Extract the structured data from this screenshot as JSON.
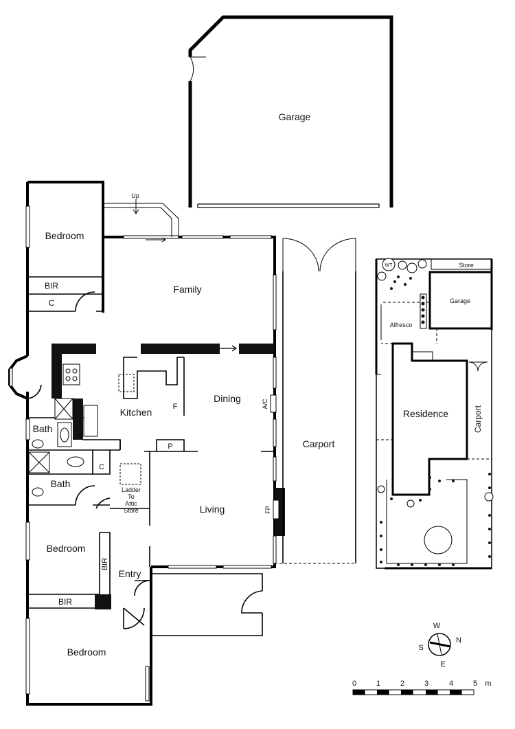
{
  "rooms": {
    "garage": "Garage",
    "bedroom_top": "Bedroom",
    "bir_top": "BIR",
    "c_top": "C",
    "family": "Family",
    "up": "Up",
    "kitchen": "Kitchen",
    "f": "F",
    "dining": "Dining",
    "ac": "A/C",
    "bath_upper": "Bath",
    "bath_lower": "Bath",
    "p": "P",
    "c_mid": "C",
    "ladder": [
      "Ladder",
      "To",
      "Attic",
      "Store"
    ],
    "living": "Living",
    "fp": "FP",
    "carport": "Carport",
    "bedroom_mid": "Bedroom",
    "bir_side": "BIR",
    "entry": "Entry",
    "bir_bottom": "BIR",
    "bedroom_bottom": "Bedroom"
  },
  "site": {
    "wt": "WT",
    "store": "Store",
    "garage": "Garage",
    "alfresco": "Alfresco",
    "residence": "Residence",
    "carport": "Carport"
  },
  "compass": {
    "n": "N",
    "s": "S",
    "e": "E",
    "w": "W"
  },
  "scale": {
    "ticks": [
      "0",
      "1",
      "2",
      "3",
      "4",
      "5"
    ],
    "unit": "m"
  }
}
